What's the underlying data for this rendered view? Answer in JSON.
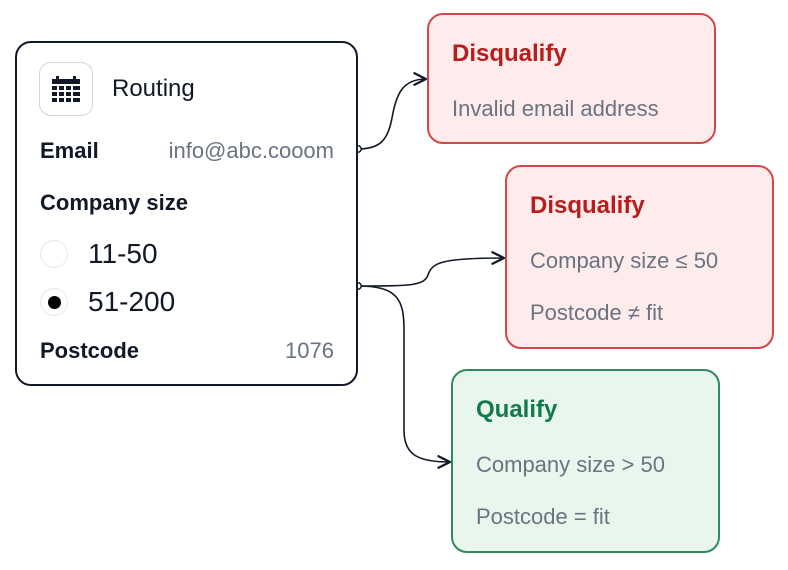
{
  "routing_card": {
    "icon": "calendar-grid-icon",
    "title": "Routing",
    "email_label": "Email",
    "email_value": "info@abc.cooom",
    "company_size_label": "Company size",
    "company_size_options": [
      {
        "label": "11-50",
        "selected": false
      },
      {
        "label": "51-200",
        "selected": true
      }
    ],
    "postcode_label": "Postcode",
    "postcode_value": "1076"
  },
  "results": [
    {
      "title": "Disqualify",
      "lines": [
        "Invalid email address"
      ],
      "status": "disqualify"
    },
    {
      "title": "Disqualify",
      "lines": [
        "Company size ≤ 50",
        "Postcode ≠ fit"
      ],
      "status": "disqualify"
    },
    {
      "title": "Qualify",
      "lines": [
        "Company size > 50",
        "Postcode = fit"
      ],
      "status": "qualify"
    }
  ],
  "colors": {
    "disqualify_bg": "#fdeceb",
    "disqualify_border": "#d3474a",
    "disqualify_text": "#b91c1c",
    "qualify_bg": "#e8f6ee",
    "qualify_border": "#2f8a5e",
    "qualify_text": "#137a4c",
    "card_border": "#111827",
    "muted_text": "#6b7280"
  }
}
